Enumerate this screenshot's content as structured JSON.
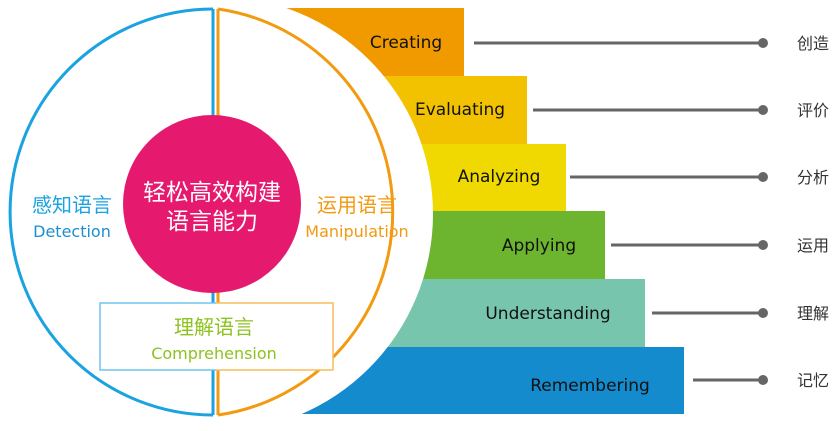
{
  "center": {
    "line1": "轻松高效构建",
    "line2": "语言能力"
  },
  "detection": {
    "cn": "感知语言",
    "en": "Detection"
  },
  "manipulation": {
    "cn": "运用语言",
    "en": "Manipulation"
  },
  "comprehension": {
    "cn": "理解语言",
    "en": "Comprehension"
  },
  "levels": [
    {
      "en": "Creating",
      "cn": "创造",
      "color": "#f09a00"
    },
    {
      "en": "Evaluating",
      "cn": "评价",
      "color": "#f2c200"
    },
    {
      "en": "Analyzing",
      "cn": "分析",
      "color": "#f0d900"
    },
    {
      "en": "Applying",
      "cn": "运用",
      "color": "#6db52f"
    },
    {
      "en": "Understanding",
      "cn": "理解",
      "color": "#78c5ae"
    },
    {
      "en": "Remembering",
      "cn": "记忆",
      "color": "#138bcd"
    }
  ],
  "colors": {
    "blue": "#1ba2e0",
    "orange": "#f29a10",
    "pink": "#e5196e",
    "green": "#8dc21f",
    "line": "#666666"
  }
}
